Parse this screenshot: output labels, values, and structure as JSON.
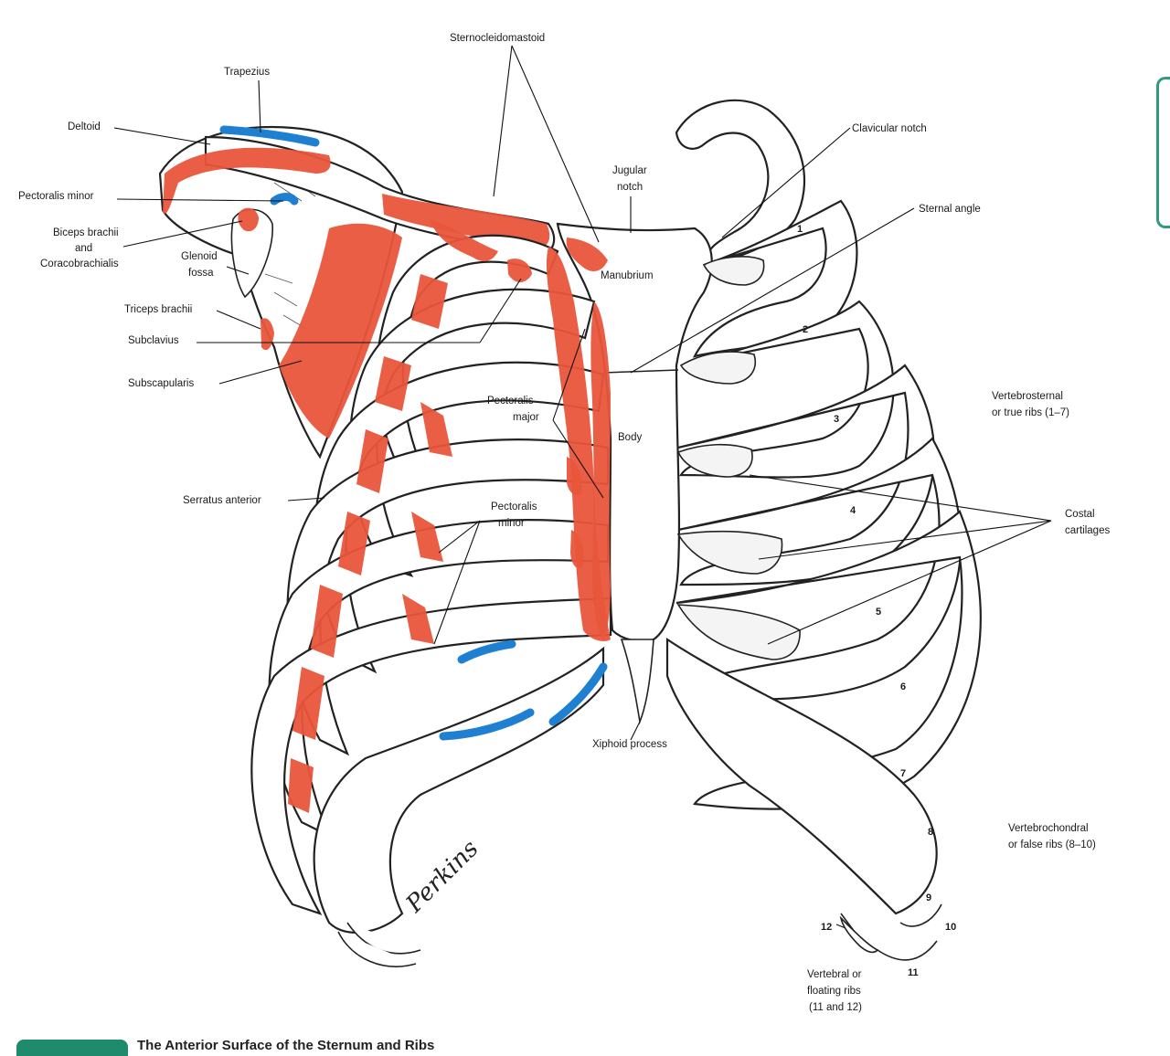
{
  "labels": {
    "sternocleidomastoid": "Sternocleidomastoid",
    "trapezius": "Trapezius",
    "deltoid": "Deltoid",
    "clavicular_notch": "Clavicular notch",
    "jugular_notch_1": "Jugular",
    "jugular_notch_2": "notch",
    "pectoralis_minor_top": "Pectoralis minor",
    "sternal_angle": "Sternal angle",
    "biceps_1": "Biceps brachii",
    "biceps_2": "and",
    "biceps_3": "Coracobrachialis",
    "glenoid_1": "Glenoid",
    "glenoid_2": "fossa",
    "manubrium": "Manubrium",
    "triceps": "Triceps brachii",
    "subclavius": "Subclavius",
    "subscapularis": "Subscapularis",
    "pectoralis_major_1": "Pectoralis",
    "pectoralis_major_2": "major",
    "body": "Body",
    "vertebrosternal_1": "Vertebrosternal",
    "vertebrosternal_2": "or true ribs (1–7)",
    "serratus": "Serratus anterior",
    "pectoralis_minor_mid_1": "Pectoralis",
    "pectoralis_minor_mid_2": "minor",
    "costal_1": "Costal",
    "costal_2": "cartilages",
    "xiphoid": "Xiphoid process",
    "vertebrochondral_1": "Vertebrochondral",
    "vertebrochondral_2": "or false ribs (8–10)",
    "floating_1": "Vertebral or",
    "floating_2": "floating ribs",
    "floating_3": "(11 and 12)",
    "signature": "Perkins"
  },
  "rib_numbers": [
    "1",
    "2",
    "3",
    "4",
    "5",
    "6",
    "7",
    "8",
    "9",
    "10",
    "11",
    "12"
  ],
  "caption": "The Anterior Surface of the Sternum and Ribs",
  "colors": {
    "muscle_origin": "#e8553b",
    "muscle_insertion": "#1f7fd0",
    "accent": "#1f8a6c"
  }
}
